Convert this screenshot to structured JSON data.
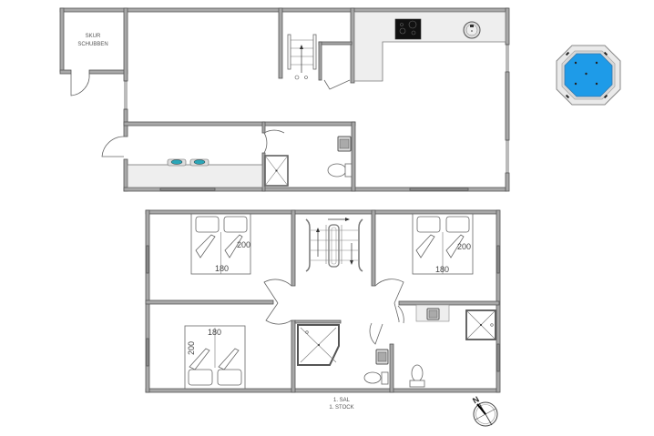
{
  "ground_floor": {
    "shed_label_line1": "SKUR",
    "shed_label_line2": "SCHUBBEN"
  },
  "upper_floor": {
    "label_line1": "1. SAL",
    "label_line2": "1. STOCK",
    "bed1_width": "180",
    "bed1_length": "200",
    "bed2_width": "180",
    "bed2_length": "200",
    "bed3_width": "180",
    "bed3_length": "200"
  },
  "compass": {
    "north_label": "N"
  },
  "colors": {
    "wall": "#a8a8a8",
    "counter": "#eeeeee",
    "hot_tub_water": "#1e9be8",
    "stove": "#111111"
  }
}
